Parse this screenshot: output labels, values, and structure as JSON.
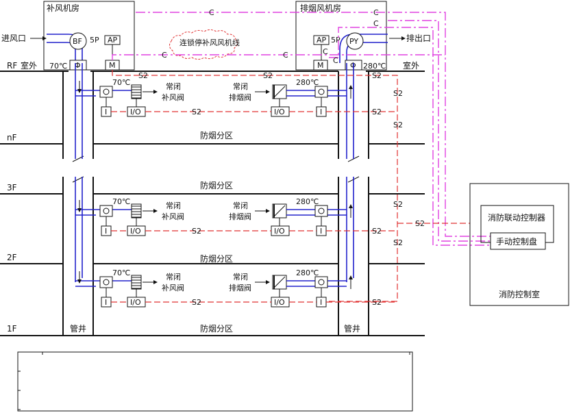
{
  "rooms": {
    "supply_room": "补风机房",
    "exhaust_room": "排烟风机房",
    "control_room": "消防控制室"
  },
  "labels": {
    "inlet": "进风口",
    "outlet": "排出口",
    "outdoor": "室外",
    "interlock": "连锁停补风风机线",
    "shaft": "管井",
    "smoke_zone": "防烟分区",
    "smoke_zone_blur": "防烟分区"
  },
  "floors": [
    "RF",
    "nF",
    "3F",
    "2F",
    "1F"
  ],
  "equipment": {
    "bf": "BF",
    "py": "PY",
    "ap": "AP",
    "m": "M",
    "phi": "Φ",
    "i": "I",
    "io": "I/O",
    "p5": "5P",
    "temp70": "70℃",
    "temp280": "280℃"
  },
  "dampers": {
    "supply_line1": "常闭",
    "supply_line2": "补风阀",
    "exhaust_line1": "常闭",
    "exhaust_line2": "排烟阀"
  },
  "wires": {
    "c": "C",
    "s2": "S2"
  },
  "controller": {
    "linkage": "消防联动控制器",
    "manual": "手动控制盘"
  },
  "colors": {
    "duct": "#2222cc",
    "signal": "#e03030",
    "control": "#e040e0"
  }
}
